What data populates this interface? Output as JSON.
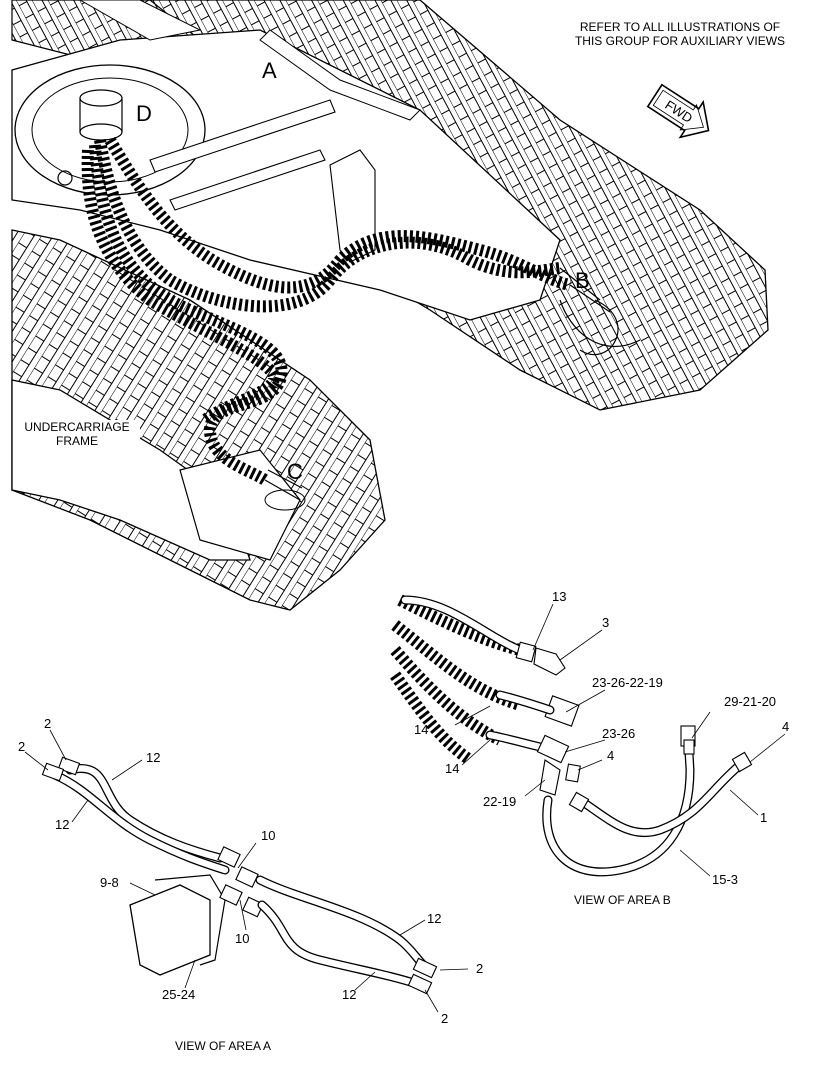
{
  "note": {
    "line1": "REFER TO ALL ILLUSTRATIONS OF",
    "line2": "THIS GROUP FOR AUXILIARY VIEWS"
  },
  "fwd": "FWD",
  "areas": {
    "a": "A",
    "b": "B",
    "c": "C",
    "d": "D"
  },
  "frame_label": {
    "line1": "UNDERCARRIAGE",
    "line2": "FRAME"
  },
  "view_b": {
    "caption": "VIEW OF AREA B",
    "labels": {
      "p13": "13",
      "p3": "3",
      "p23_26_22_19": "23-26-22-19",
      "p29_21_20": "29-21-20",
      "p14a": "14",
      "p4a": "4",
      "p23_26": "23-26",
      "p14b": "14",
      "p4b": "4",
      "p22_19": "22-19",
      "p1": "1",
      "p15_3": "15-3"
    }
  },
  "view_a": {
    "caption": "VIEW OF AREA A",
    "labels": {
      "p2a": "2",
      "p2b": "2",
      "p12a": "12",
      "p12b": "12",
      "p10a": "10",
      "p9_8": "9-8",
      "p10b": "10",
      "p12c": "12",
      "p25_24": "25-24",
      "p2c": "2",
      "p12d": "12",
      "p2d": "2"
    }
  }
}
